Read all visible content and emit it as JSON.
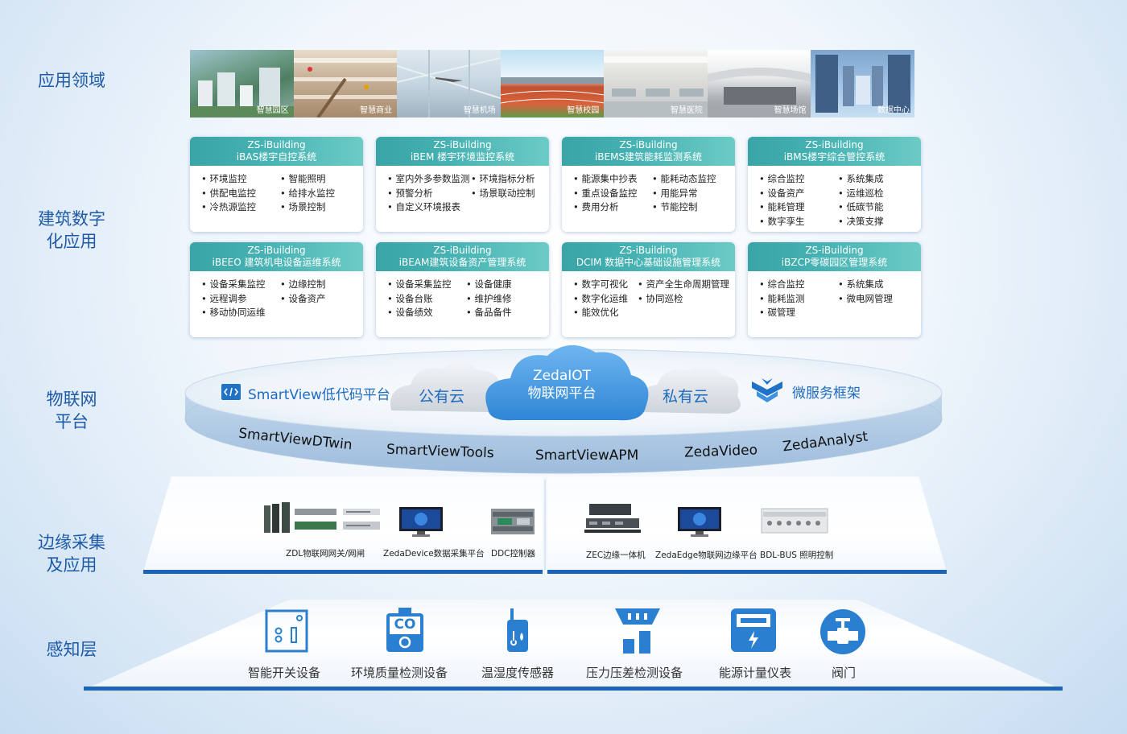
{
  "layers": {
    "application_domain": "应用领域",
    "building_digital": [
      "建筑数字",
      "化应用"
    ],
    "iot_platform": [
      "物联网",
      "平台"
    ],
    "edge": [
      "边缘采集",
      "及应用"
    ],
    "perception": "感知层"
  },
  "photos": [
    {
      "caption": "智慧园区"
    },
    {
      "caption": "智慧商业"
    },
    {
      "caption": "智慧机场"
    },
    {
      "caption": "智慧校园"
    },
    {
      "caption": "智慧医院"
    },
    {
      "caption": "智慧场馆"
    },
    {
      "caption": "数据中心"
    }
  ],
  "cards": [
    {
      "brand": "ZS-iBuilding",
      "title": "iBAS楼宇自控系统",
      "rows": [
        [
          "• 环境监控",
          "• 智能照明"
        ],
        [
          "• 供配电监控",
          "• 给排水监控"
        ],
        [
          "• 冷热源监控",
          "• 场景控制"
        ]
      ]
    },
    {
      "brand": "ZS-iBuilding",
      "title": "iBEM 楼宇环境监控系统",
      "rows": [
        [
          "• 室内外多参数监测",
          "• 环境指标分析"
        ],
        [
          "• 预警分析",
          "• 场景联动控制"
        ],
        [
          "• 自定义环境报表",
          ""
        ]
      ]
    },
    {
      "brand": "ZS-iBuilding",
      "title": "iBEMS建筑能耗监测系统",
      "rows": [
        [
          "• 能源集中抄表",
          "• 能耗动态监控"
        ],
        [
          "• 重点设备监控",
          "• 用能异常"
        ],
        [
          "• 费用分析",
          "• 节能控制"
        ]
      ]
    },
    {
      "brand": "ZS-iBuilding",
      "title": "iBMS楼宇综合管控系统",
      "rows": [
        [
          "• 综合监控",
          "• 系统集成"
        ],
        [
          "• 设备资产",
          "• 运维巡检"
        ],
        [
          "• 能耗管理",
          "• 低碳节能"
        ],
        [
          "• 数字孪生",
          "• 决策支撑"
        ]
      ]
    },
    {
      "brand": "ZS-iBuilding",
      "title": "iBEEO 建筑机电设备运维系统",
      "rows": [
        [
          "• 设备采集监控",
          "• 边缘控制"
        ],
        [
          "• 远程调参",
          "• 设备资产"
        ],
        [
          "• 移动协同运维",
          ""
        ]
      ]
    },
    {
      "brand": "ZS-iBuilding",
      "title": "iBEAM建筑设备资产管理系统",
      "rows": [
        [
          "• 设备采集监控",
          "• 设备健康"
        ],
        [
          "• 设备台账",
          "• 维护维修"
        ],
        [
          "• 设备绩效",
          "• 备品备件"
        ]
      ]
    },
    {
      "brand": "ZS-iBuilding",
      "title": "DCIM 数据中心基础设施管理系统",
      "rows": [
        [
          "• 数字可视化",
          "• 资产全生命周期管理"
        ],
        [
          "• 数字化运维",
          "• 协同巡检"
        ],
        [
          "• 能效优化",
          ""
        ]
      ]
    },
    {
      "brand": "ZS-iBuilding",
      "title": "iBZCP零碳园区管理系统",
      "rows": [
        [
          "• 综合监控",
          "• 系统集成"
        ],
        [
          "• 能耗监测",
          "• 微电网管理"
        ],
        [
          "• 碳管理",
          ""
        ]
      ]
    }
  ],
  "platform": {
    "smartview_lowcode": "SmartView低代码平台",
    "public_cloud": "公有云",
    "core_line1": "ZedaIOT",
    "core_line2": "物联网平台",
    "private_cloud": "私有云",
    "microservice": "微服务框架",
    "products": [
      "SmartViewDTwin",
      "SmartViewTools",
      "SmartViewAPM",
      "ZedaVideo",
      "ZedaAnalyst"
    ]
  },
  "edge_devices": {
    "left": [
      "ZDL物联网网关/网闸",
      "ZedaDevice数据采集平台",
      "DDC控制器"
    ],
    "right": [
      "ZEC边缘一体机",
      "ZedaEdge物联网边缘平台",
      "BDL-BUS 照明控制"
    ]
  },
  "sensors": [
    "智能开关设备",
    "环境质量检测设备",
    "温湿度传感器",
    "压力压差检测设备",
    "能源计量仪表",
    "阀门"
  ],
  "sensor_co_text": "CO",
  "colors": {
    "accent": "#1e5aa8",
    "teal": "#3aa4a6",
    "icon_blue": "#2a7fd0",
    "line_blue": "#1d64b8"
  }
}
